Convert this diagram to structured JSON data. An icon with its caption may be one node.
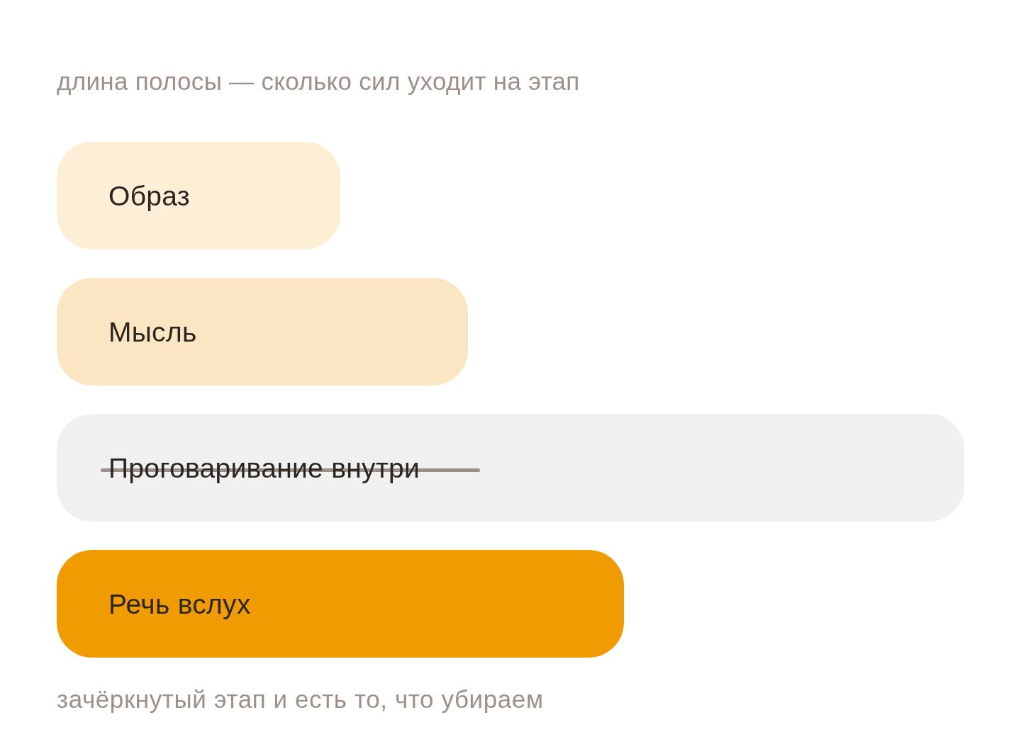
{
  "diagram": {
    "title": "длина полосы — сколько сил уходит на этап",
    "caption": "зачёркнутый этап и есть то, что убираем",
    "nodes": [
      {
        "text": [
          "Образ"
        ]
      },
      {
        "text": [
          "Мысль"
        ]
      },
      {
        "text": [
          "Проговаривание внутри"
        ]
      },
      {
        "text": [
          "Речь вслух"
        ]
      }
    ]
  }
}
